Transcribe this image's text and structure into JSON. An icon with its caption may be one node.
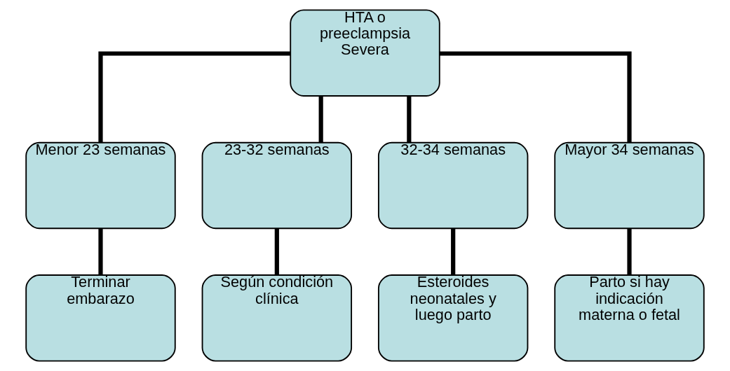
{
  "diagram": {
    "nodes": [
      {
        "text": [
          "HTA o preeclampsia Severa"
        ]
      },
      {
        "text": [
          "Menor 23 semanas"
        ]
      },
      {
        "text": [
          "23-32 semanas"
        ]
      },
      {
        "text": [
          "32-34 semanas"
        ]
      },
      {
        "text": [
          "Mayor 34 semanas"
        ]
      },
      {
        "text": [
          "Terminar embarazo"
        ]
      },
      {
        "text": [
          "Según condición clínica"
        ]
      },
      {
        "text": [
          "Esteroides neonatales y luego parto"
        ]
      },
      {
        "text": [
          "Parto si hay indicación materna o fetal"
        ]
      }
    ],
    "edges": [
      {
        "from": 0,
        "to": 1,
        "arrow": "none"
      },
      {
        "from": 0,
        "to": 2,
        "arrow": "none"
      },
      {
        "from": 0,
        "to": 3,
        "arrow": "none"
      },
      {
        "from": 0,
        "to": 4,
        "arrow": "none"
      },
      {
        "from": 1,
        "to": 5,
        "arrow": "none"
      },
      {
        "from": 2,
        "to": 6,
        "arrow": "none"
      },
      {
        "from": 3,
        "to": 7,
        "arrow": "none"
      },
      {
        "from": 4,
        "to": 8,
        "arrow": "none"
      }
    ]
  }
}
